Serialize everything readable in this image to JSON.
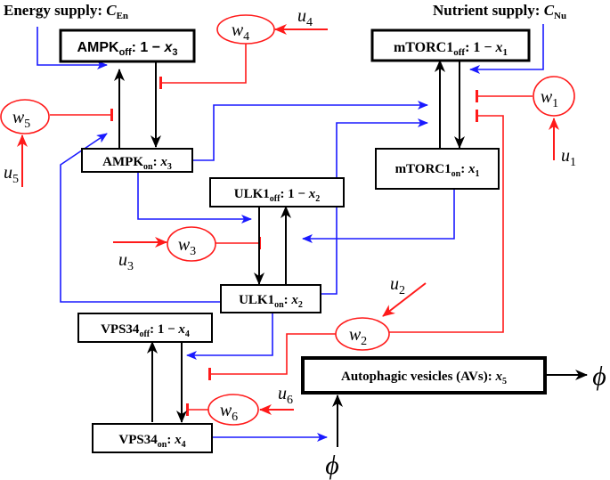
{
  "colors": {
    "blue": "#1a1aff",
    "red": "#ff1a1a",
    "black": "#000000"
  },
  "supplies": {
    "energy": {
      "label": "Energy supply: ",
      "var": "C",
      "sub": "En"
    },
    "nutrient": {
      "label": "Nutrient supply: ",
      "var": "C",
      "sub": "Nu"
    }
  },
  "nodes": {
    "ampk_off": {
      "name": "AMPK",
      "state": "off",
      "suffix": ": 1 − ",
      "var": "x",
      "idx": "3"
    },
    "ampk_on": {
      "name": "AMPK",
      "state": "on",
      "suffix": ": ",
      "var": "x",
      "idx": "3"
    },
    "mtorc1_off": {
      "name": "mTORC1",
      "state": "off",
      "suffix": ": 1 − ",
      "var": "x",
      "idx": "1"
    },
    "mtorc1_on": {
      "name": "mTORC1",
      "state": "on",
      "suffix": ": ",
      "var": "x",
      "idx": "1"
    },
    "ulk1_off": {
      "name": "ULK1",
      "state": "off",
      "suffix": ": 1 − ",
      "var": "x",
      "idx": "2"
    },
    "ulk1_on": {
      "name": "ULK1",
      "state": "on",
      "suffix": ": ",
      "var": "x",
      "idx": "2"
    },
    "vps34_off": {
      "name": "VPS34",
      "state": "off",
      "suffix": ": 1 − ",
      "var": "x",
      "idx": "4"
    },
    "vps34_on": {
      "name": "VPS34",
      "state": "on",
      "suffix": ": ",
      "var": "x",
      "idx": "4"
    },
    "avs": {
      "name": "Autophagic vesicles (AVs)",
      "suffix": ": ",
      "var": "x",
      "idx": "5"
    }
  },
  "controls": {
    "w1": {
      "var": "w",
      "idx": "1"
    },
    "w2": {
      "var": "w",
      "idx": "2"
    },
    "w3": {
      "var": "w",
      "idx": "3"
    },
    "w4": {
      "var": "w",
      "idx": "4"
    },
    "w5": {
      "var": "w",
      "idx": "5"
    },
    "w6": {
      "var": "w",
      "idx": "6"
    }
  },
  "inputs": {
    "u1": {
      "var": "u",
      "idx": "1"
    },
    "u2": {
      "var": "u",
      "idx": "2"
    },
    "u3": {
      "var": "u",
      "idx": "3"
    },
    "u4": {
      "var": "u",
      "idx": "4"
    },
    "u5": {
      "var": "u",
      "idx": "5"
    },
    "u6": {
      "var": "u",
      "idx": "6"
    }
  },
  "empty_set": "ϕ"
}
